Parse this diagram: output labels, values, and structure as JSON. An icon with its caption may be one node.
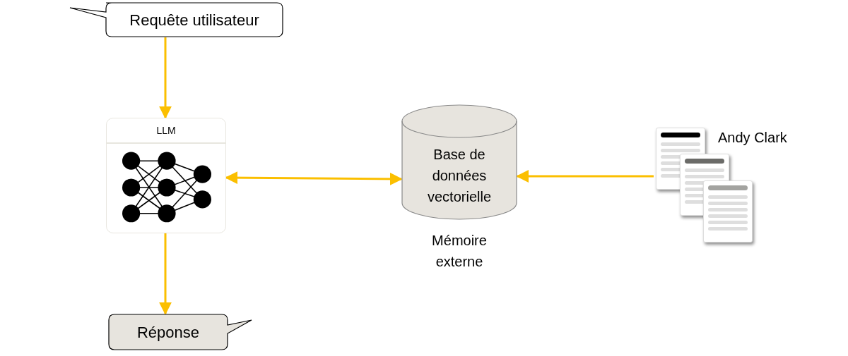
{
  "diagram": {
    "nodes": [
      {
        "text": [
          "Requête utilisateur"
        ]
      },
      {
        "text": [
          "LLM"
        ]
      },
      {
        "text": [
          "Base de données vectorielle"
        ],
        "beside": [
          "Mémoire externe"
        ]
      },
      {
        "text": [],
        "shape": "picture",
        "beside": [
          "Andy Clark"
        ]
      },
      {
        "text": [
          "Réponse"
        ]
      }
    ],
    "edges": [
      {
        "from": 0,
        "to": 1,
        "arrow": "to"
      },
      {
        "from": 1,
        "to": 4,
        "arrow": "to"
      },
      {
        "from": 1,
        "to": 2,
        "arrow": "both"
      },
      {
        "from": 3,
        "to": 2,
        "arrow": "to"
      }
    ]
  }
}
